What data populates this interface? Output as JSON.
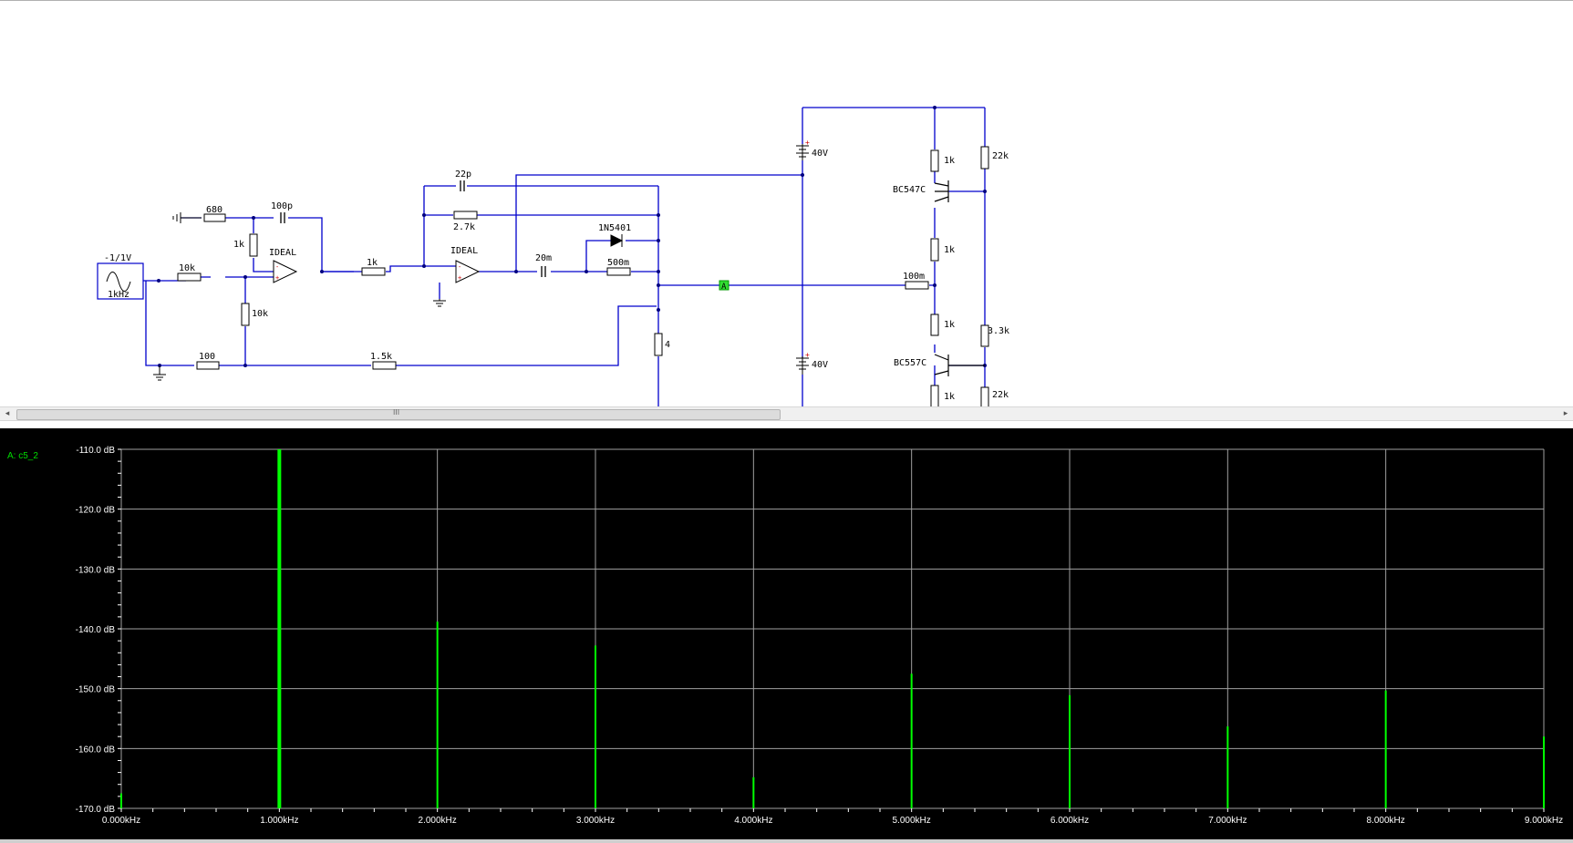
{
  "schematic": {
    "wire_color": "#0000cc",
    "source": {
      "label": "-1/1V",
      "freq": "1kHz"
    },
    "components": {
      "r680": "680",
      "c100p": "100p",
      "r1k_fb": "1k",
      "opamp1": "IDEAL",
      "r10k_in": "10k",
      "r10k_down": "10k",
      "r100": "100",
      "r1_5k": "1.5k",
      "r1k_mid": "1k",
      "c22p": "22p",
      "r2_7k": "2.7k",
      "opamp2": "IDEAL",
      "diode": "1N5401",
      "c20m": "20m",
      "r500m": "500m",
      "r4": "4",
      "probe": "A",
      "r100m": "100m",
      "bat_top": "40V",
      "bat_bot": "40V",
      "q1": "BC547C",
      "q2": "BC557C",
      "r1k_q1c": "1k",
      "r1k_q1e": "1k",
      "r1k_q2e": "1k",
      "r1k_q2c": "1k",
      "r22k_top": "22k",
      "r3_3k": "3.3k",
      "r22k_bot": "22k"
    }
  },
  "scrollbar": {
    "grip": "III",
    "left_arrow": "◂",
    "right_arrow": "▸"
  },
  "chart_data": {
    "type": "bar",
    "title": "",
    "trace_label": "A: c5_2",
    "xlabel": "",
    "ylabel": "",
    "trace_color": "#00ff00",
    "background": "#000000",
    "grid_color": "#a0a0a0",
    "x_unit": "kHz",
    "y_unit": "dB",
    "xlim": [
      0,
      9
    ],
    "ylim": [
      -170,
      -110
    ],
    "x_ticks": [
      "0.000kHz",
      "1.000kHz",
      "2.000kHz",
      "3.000kHz",
      "4.000kHz",
      "5.000kHz",
      "6.000kHz",
      "7.000kHz",
      "8.000kHz",
      "9.000kHz"
    ],
    "y_ticks": [
      "-110.0 dB",
      "-120.0 dB",
      "-130.0 dB",
      "-140.0 dB",
      "-150.0 dB",
      "-160.0 dB",
      "-170.0 dB"
    ],
    "x": [
      0,
      1,
      2,
      3,
      4,
      5,
      6,
      7,
      8,
      9
    ],
    "values": [
      -167.5,
      -110,
      -138.8,
      -142.8,
      -164.8,
      -147.5,
      -151.1,
      -156.3,
      -150.3,
      -158.0
    ]
  }
}
